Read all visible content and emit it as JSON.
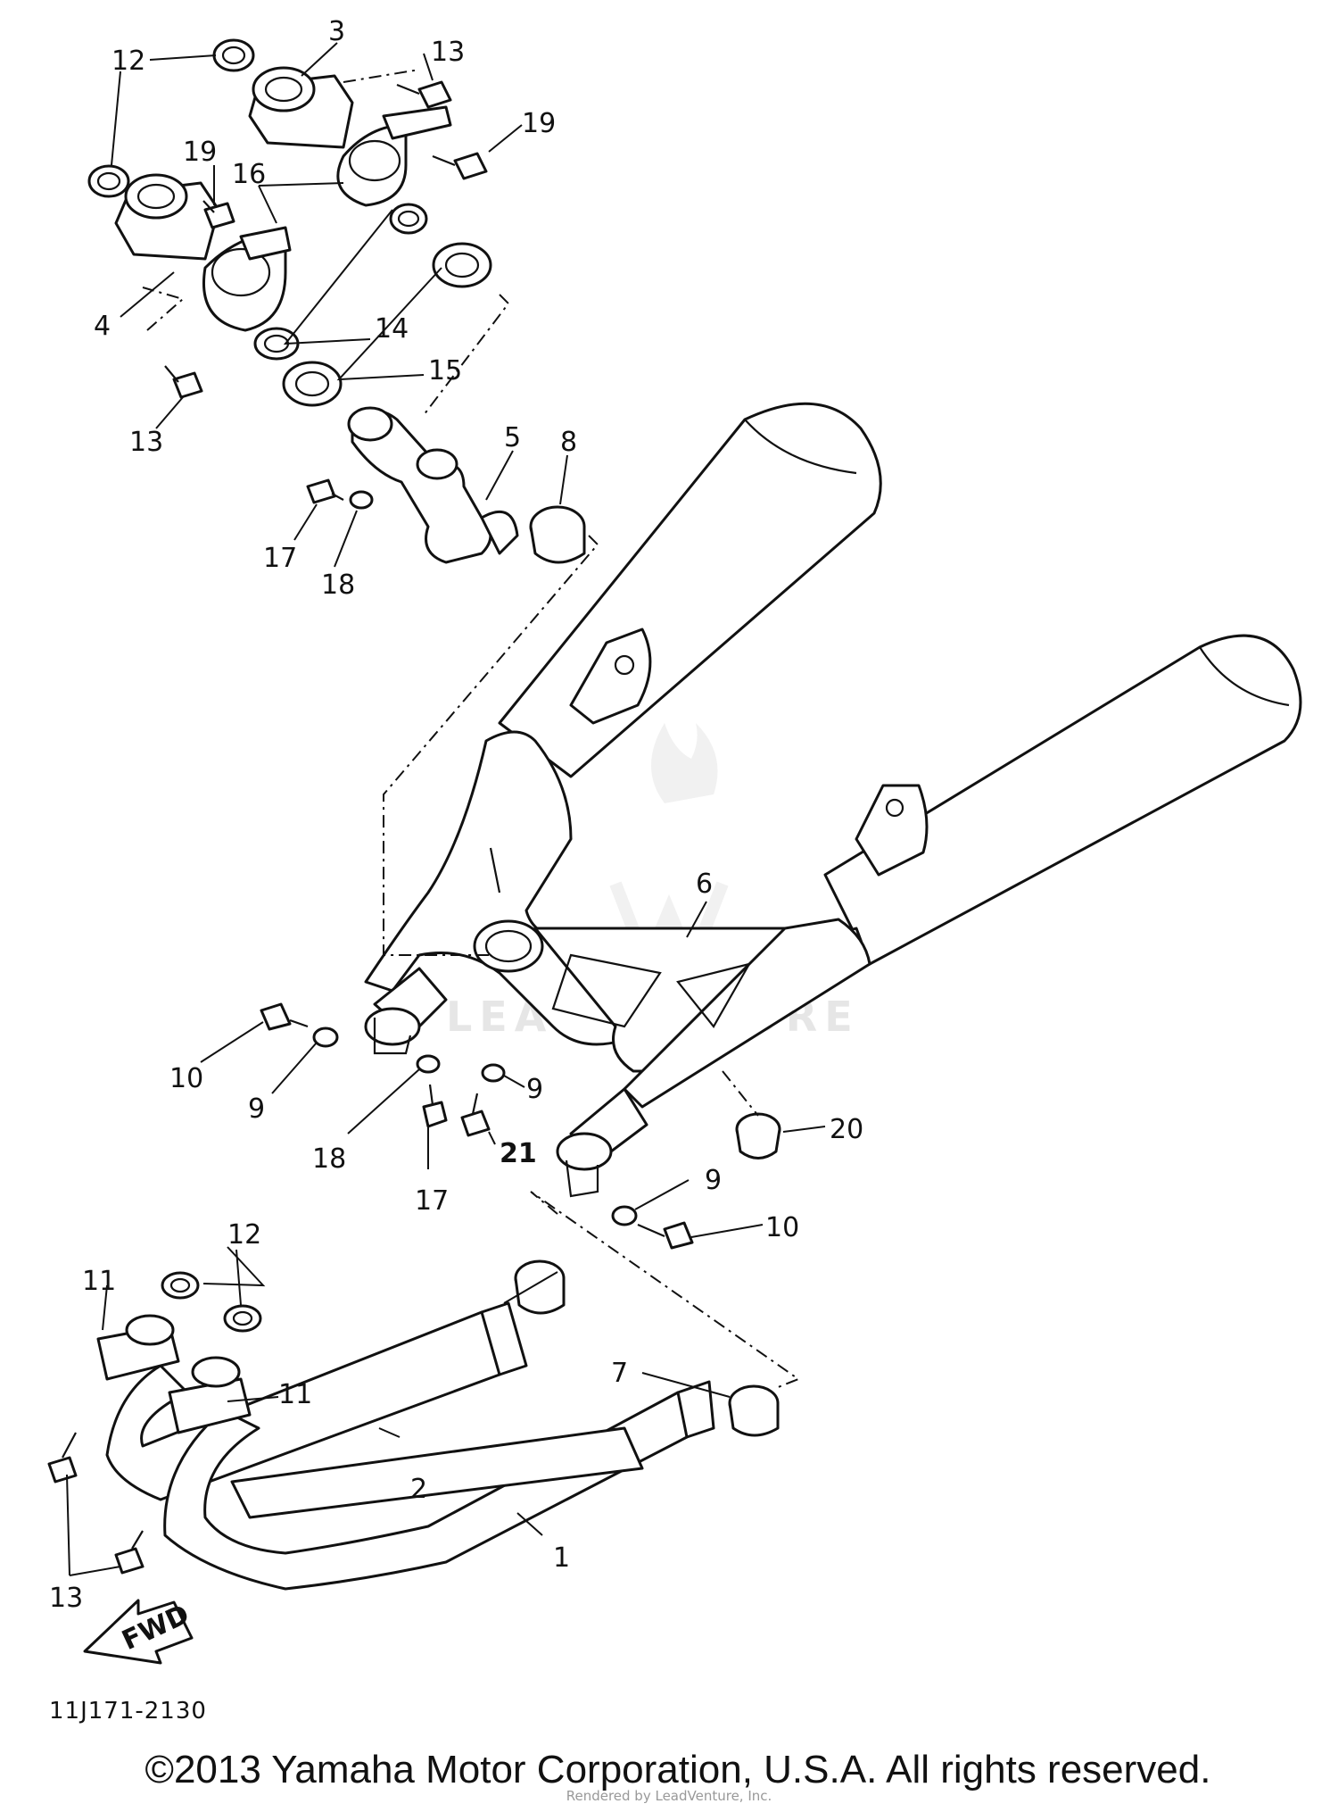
{
  "labels": {
    "p1": "1",
    "p2": "2",
    "p3": "3",
    "p4": "4",
    "p5": "5",
    "p6": "6",
    "p7": "7",
    "p8": "8",
    "p9a": "9",
    "p9b": "9",
    "p9c": "9",
    "p10a": "10",
    "p10b": "10",
    "p11a": "11",
    "p11b": "11",
    "p12a": "12",
    "p12b": "12",
    "p13a": "13",
    "p13b": "13",
    "p13c": "13",
    "p14": "14",
    "p15": "15",
    "p16": "16",
    "p17a": "17",
    "p17b": "17",
    "p18a": "18",
    "p18b": "18",
    "p19a": "19",
    "p19b": "19",
    "p20": "20",
    "p21": "21"
  },
  "fwd_label": "FWD",
  "diagram_ref": "11J171-2130",
  "watermark": "LEADVENTURE",
  "footer": {
    "copyright": "©2013 Yamaha Motor Corporation, U.S.A. All rights reserved.",
    "rendered_by": "Rendered by LeadVenture, Inc."
  }
}
